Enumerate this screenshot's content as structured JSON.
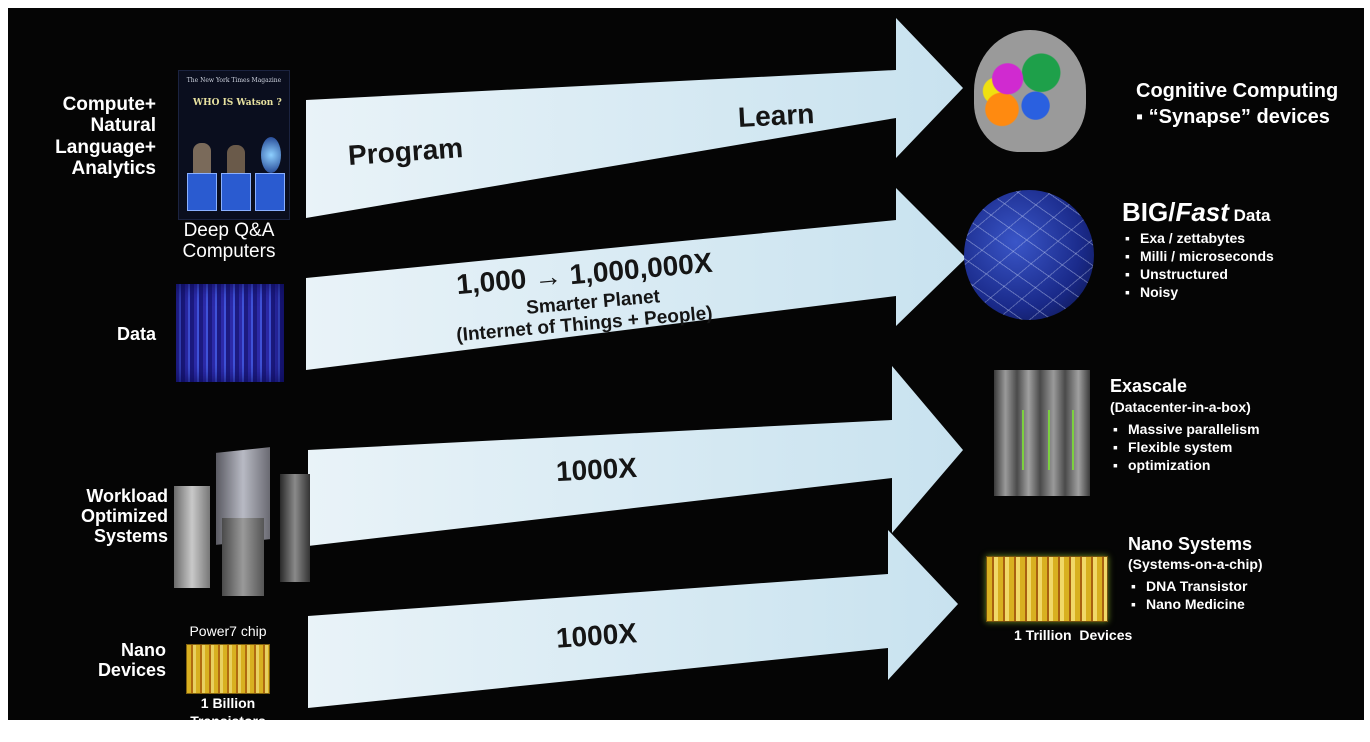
{
  "left_labels": {
    "compute": [
      "Compute+",
      "Natural",
      "Language+",
      "Analytics"
    ],
    "deep_qa": [
      "Deep Q&A",
      "Computers"
    ],
    "data": "Data",
    "workload": [
      "Workload",
      "Optimized",
      "Systems"
    ],
    "nano_devices": [
      "Nano",
      "Devices"
    ],
    "power7": "Power7 chip",
    "billion": [
      "1 Billion",
      "Transistors"
    ]
  },
  "magazine": {
    "top": "The New York Times Magazine",
    "title": "WHO IS Watson ?"
  },
  "arrows": [
    {
      "texts": [
        "Program",
        "Learn"
      ]
    },
    {
      "main": "1,000 → 1,000,000X",
      "sub": [
        "Smarter Planet",
        "(Internet of Things + People)"
      ]
    },
    {
      "main": "1000X"
    },
    {
      "main": "1000X"
    }
  ],
  "right": {
    "cognitive": {
      "title": "Cognitive Computing",
      "bullet": "“Synapse” devices"
    },
    "bigdata": {
      "big": "BIG/",
      "fast": "Fast",
      "data": " Data",
      "bullets": [
        "Exa / zettabytes",
        "Milli / microseconds",
        "Unstructured",
        "Noisy"
      ]
    },
    "exascale": {
      "title": "Exascale",
      "subtitle": "(Datacenter-in-a-box)",
      "bullets": [
        "Massive parallelism",
        "Flexible system",
        "optimization"
      ]
    },
    "nano": {
      "title": "Nano Systems",
      "subtitle": "(Systems-on-a-chip)",
      "bullets": [
        "DNA Transistor",
        "Nano Medicine"
      ],
      "caption": "1 Trillion  Devices"
    }
  },
  "colors": {
    "background": "#050505",
    "arrow": "#d8eaf4",
    "text": "#ffffff",
    "arrow_text": "#151515"
  }
}
